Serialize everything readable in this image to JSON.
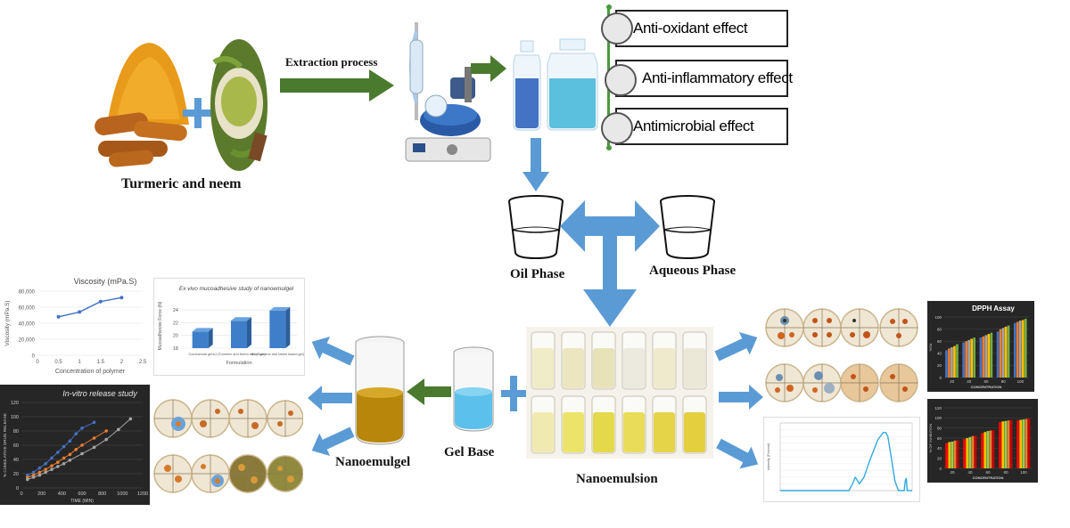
{
  "labels": {
    "source": "Turmeric and neem",
    "extraction": "Extraction process",
    "oil_phase": "Oil Phase",
    "aqueous_phase": "Aqueous Phase",
    "nanoemulsion": "Nanoemulsion",
    "gel_base": "Gel Base",
    "nanoemulgel": "Nanoemulgel"
  },
  "effects": [
    {
      "label": "Anti-oxidant effect"
    },
    {
      "label": "Anti-inflammatory effect"
    },
    {
      "label": "Antimicrobial effect"
    }
  ],
  "colors": {
    "green_arrow": "#4a7a2e",
    "blue_arrow": "#5b9bd5",
    "turmeric": "#e89a1a",
    "neem": "#a8b84a",
    "gel_gold": "#b8860b",
    "gel_blue": "#5bc0eb"
  },
  "chart_data": [
    {
      "type": "line",
      "title": "Viscosity (mPa.S)",
      "xlabel": "Concentration of polymer",
      "ylabel": "Viscosity (mPa.S)",
      "x_ticks": [
        "0",
        "0.5",
        "1",
        "1.5",
        "2",
        "2.5"
      ],
      "y_ticks": [
        "0",
        "20,000",
        "40,000",
        "60,000",
        "80,000"
      ],
      "xlim": [
        0,
        2.5
      ],
      "ylim": [
        0,
        80000
      ],
      "x": [
        0.5,
        1,
        1.5,
        2
      ],
      "values": [
        48000,
        54000,
        67000,
        72000
      ]
    },
    {
      "type": "bar",
      "title": "Ex vivo mucoadhesive study of nanoemulgel",
      "xlabel": "Formulation",
      "ylabel": "Mucoadhesive Force (N)",
      "categories": [
        "Commercial gel",
        "A1 (Turmeric and Neem based gel)",
        "B1 (Turmeric and Neem based gel)"
      ],
      "y_ticks": [
        "18",
        "20",
        "22",
        "24"
      ],
      "ylim": [
        18,
        25
      ],
      "values": [
        20.6,
        22.3,
        23.9
      ]
    },
    {
      "type": "line",
      "title": "In-vitro release study",
      "xlabel": "TIME (MIN)",
      "ylabel": "% CUMULATIVE DRUG RELEASE",
      "x_ticks": [
        "0",
        "200",
        "400",
        "600",
        "800",
        "1000",
        "1200"
      ],
      "y_ticks": [
        "0",
        "20",
        "40",
        "60",
        "80",
        "100",
        "120"
      ],
      "xlim": [
        0,
        1200
      ],
      "ylim": [
        0,
        120
      ],
      "series": [
        {
          "color": "#4472c4",
          "x": [
            60,
            120,
            180,
            240,
            300,
            360,
            420,
            480,
            540,
            600,
            720
          ],
          "values": [
            18,
            22,
            28,
            34,
            42,
            50,
            58,
            66,
            76,
            84,
            92
          ]
        },
        {
          "color": "#ed7d31",
          "x": [
            60,
            120,
            180,
            240,
            300,
            360,
            420,
            480,
            540,
            600,
            720,
            840
          ],
          "values": [
            15,
            18,
            22,
            26,
            31,
            36,
            42,
            47,
            54,
            60,
            70,
            80
          ]
        },
        {
          "color": "#a5a5a5",
          "x": [
            60,
            120,
            180,
            240,
            300,
            360,
            420,
            480,
            600,
            720,
            840,
            960,
            1080
          ],
          "values": [
            12,
            15,
            18,
            22,
            26,
            30,
            34,
            39,
            48,
            57,
            68,
            82,
            97
          ]
        }
      ]
    },
    {
      "type": "bar",
      "title": "DPPH Assay",
      "xlabel": "CONCENTRATION",
      "ylabel": "%SA",
      "categories": [
        "20",
        "40",
        "60",
        "80",
        "100"
      ],
      "y_ticks": [
        "0",
        "20",
        "40",
        "60",
        "80",
        "100"
      ],
      "ylim": [
        0,
        100
      ],
      "series": [
        {
          "color": "#4472c4",
          "values": [
            45,
            58,
            66,
            76,
            90
          ]
        },
        {
          "color": "#ed7d31",
          "values": [
            48,
            60,
            68,
            80,
            92
          ]
        },
        {
          "color": "#a5a5a5",
          "values": [
            50,
            62,
            70,
            82,
            94
          ]
        },
        {
          "color": "#ffc000",
          "values": [
            52,
            64,
            72,
            84,
            95
          ]
        },
        {
          "color": "#70ad47",
          "values": [
            55,
            66,
            74,
            86,
            97
          ]
        }
      ]
    },
    {
      "type": "bar",
      "title": "",
      "xlabel": "CONCENTRATION",
      "ylabel": "% OF INHIBITION",
      "categories": [
        "20",
        "40",
        "60",
        "80",
        "100"
      ],
      "y_ticks": [
        "0",
        "20",
        "40",
        "60",
        "80",
        "100",
        "120"
      ],
      "ylim": [
        0,
        120
      ],
      "series": [
        {
          "color": "#ff0000",
          "values": [
            50,
            58,
            70,
            92,
            95
          ]
        },
        {
          "color": "#ffc000",
          "values": [
            52,
            60,
            72,
            93,
            96
          ]
        },
        {
          "color": "#92d050",
          "values": [
            53,
            62,
            74,
            94,
            97
          ]
        },
        {
          "color": "#ed7d31",
          "values": [
            55,
            64,
            75,
            95,
            98
          ]
        },
        {
          "color": "#c00000",
          "values": [
            56,
            65,
            76,
            96,
            99
          ]
        }
      ]
    },
    {
      "type": "line",
      "title": "",
      "xlabel": "",
      "ylabel": "Intensity (Percent)",
      "x_log": true,
      "xlim": [
        0.1,
        10000
      ],
      "ylim": [
        0,
        10
      ],
      "x": [
        0.1,
        20,
        40,
        55,
        70,
        100,
        150,
        250,
        500,
        800,
        1000,
        1200,
        1600,
        2200,
        3000,
        4000,
        5000,
        5500,
        6000,
        6500,
        7000,
        10000
      ],
      "values": [
        0,
        0,
        0,
        1,
        2,
        1,
        2,
        4.5,
        7.5,
        8.6,
        8.6,
        8,
        5,
        1.5,
        0,
        0,
        0,
        1.5,
        1.8,
        0,
        0,
        0
      ]
    }
  ]
}
